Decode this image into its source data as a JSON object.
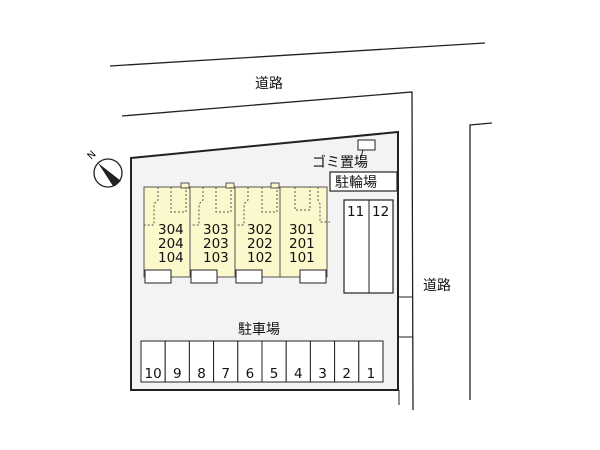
{
  "roads": {
    "top_label": "道路",
    "right_label": "道路"
  },
  "garbage": {
    "label": "ゴミ置場"
  },
  "bicycle_parking": {
    "label": "駐輪場",
    "spaces": [
      "11",
      "12"
    ]
  },
  "building": {
    "units": [
      {
        "floors": [
          "304",
          "204",
          "104"
        ]
      },
      {
        "floors": [
          "303",
          "203",
          "103"
        ]
      },
      {
        "floors": [
          "302",
          "202",
          "102"
        ]
      },
      {
        "floors": [
          "301",
          "201",
          "101"
        ]
      }
    ]
  },
  "car_parking": {
    "label": "駐車場",
    "spaces": [
      "10",
      "9",
      "8",
      "7",
      "6",
      "5",
      "4",
      "3",
      "2",
      "1"
    ]
  },
  "compass": {
    "label": "N"
  },
  "colors": {
    "lot": "#f3f3f3",
    "building": "#fbf8cc",
    "line": "#222222"
  }
}
